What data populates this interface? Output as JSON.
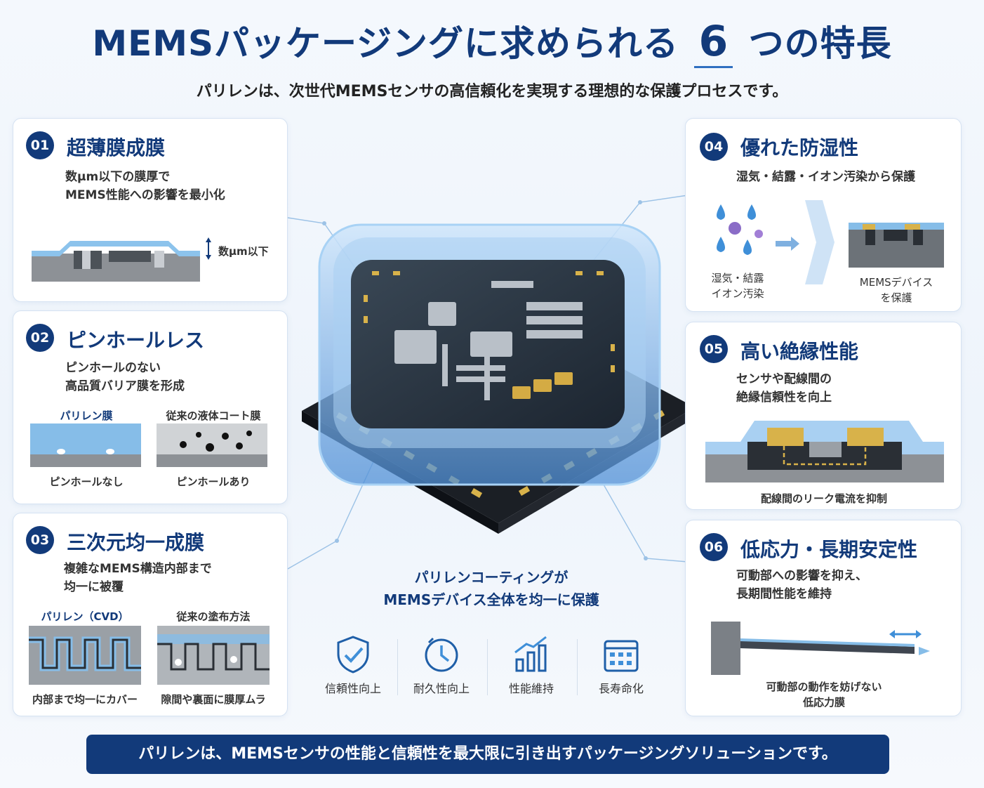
{
  "header": {
    "title_before": "MEMSパッケージングに求められる",
    "title_number": "6",
    "title_after": "つの特長",
    "subtitle": "パリレンは、次世代MEMSセンサの高信頼化を実現する理想的な保護プロセスです。"
  },
  "features": [
    {
      "num": "01",
      "title": "超薄膜成膜",
      "desc1": "数μm以下の膜厚で",
      "desc2": "MEMS性能への影響を最小化",
      "dim_label": "数μm以下"
    },
    {
      "num": "02",
      "title": "ピンホールレス",
      "desc1": "ピンホールのない",
      "desc2": "高品質バリア膜を形成",
      "left_top": "パリレン膜",
      "right_top": "従来の液体コート膜",
      "left_bottom": "ピンホールなし",
      "right_bottom": "ピンホールあり"
    },
    {
      "num": "03",
      "title": "三次元均一成膜",
      "desc1": "複雑なMEMS構造内部まで",
      "desc2": "均一に被覆",
      "left_top": "パリレン（CVD）",
      "right_top": "従来の塗布方法",
      "left_bottom": "内部まで均一にカバー",
      "right_bottom": "隙間や裏面に膜厚ムラ"
    },
    {
      "num": "04",
      "title": "優れた防湿性",
      "desc1": "湿気・結露・イオン汚染から保護",
      "left1": "湿気・結露",
      "left2": "イオン汚染",
      "right1": "MEMSデバイス",
      "right2": "を保護"
    },
    {
      "num": "05",
      "title": "高い絶縁性能",
      "desc1": "センサや配線間の",
      "desc2": "絶縁信頼性を向上",
      "caption": "配線間のリーク電流を抑制"
    },
    {
      "num": "06",
      "title": "低応力・長期安定性",
      "desc1": "可動部への影響を抑え、",
      "desc2": "長期間性能を維持",
      "caption1": "可動部の動作を妨げない",
      "caption2": "低応力膜"
    }
  ],
  "center": {
    "line1": "パリレンコーティングが",
    "line2": "MEMSデバイス全体を均一に保護"
  },
  "benefits": [
    {
      "icon": "shield-check-icon",
      "label": "信頼性向上"
    },
    {
      "icon": "clock-icon",
      "label": "耐久性向上"
    },
    {
      "icon": "bar-chart-icon",
      "label": "性能維持"
    },
    {
      "icon": "calendar-icon",
      "label": "長寿命化"
    }
  ],
  "footer": "パリレンは、MEMSセンサの性能と信頼性を最大限に引き出すパッケージングソリューションです。",
  "colors": {
    "navy": "#123a7a",
    "parylene_blue": "#86bde8",
    "gold": "#d8b24a",
    "gray": "#8a8d92"
  }
}
